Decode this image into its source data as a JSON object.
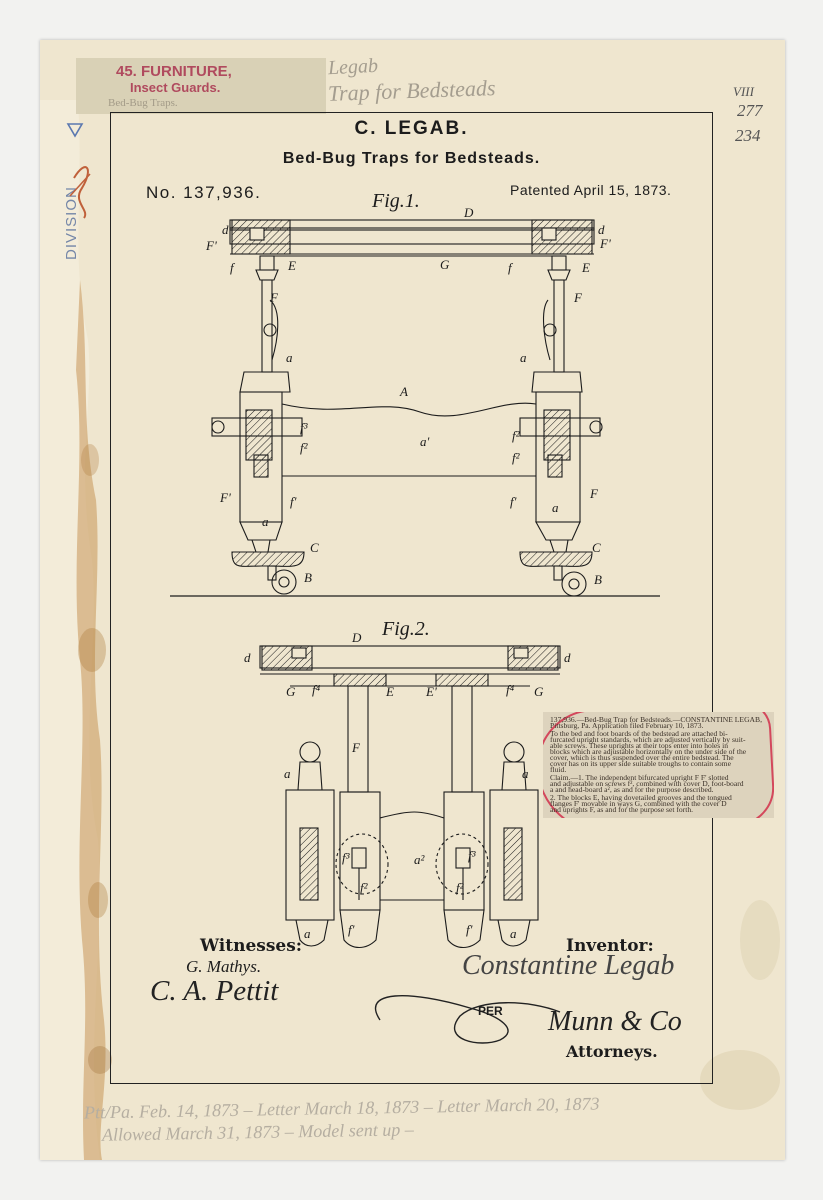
{
  "patent": {
    "inventor_heading": "C. LEGAB.",
    "title": "Bed-Bug Traps for Bedsteads.",
    "number": "No. 137,936.",
    "date": "Patented April 15, 1873."
  },
  "figures": {
    "fig1": "Fig.1.",
    "fig2": "Fig.2."
  },
  "stamp": {
    "category": "45. FURNITURE,",
    "subcategory": "Insect Guards.",
    "faint_line": "Bed-Bug Traps."
  },
  "pencil": {
    "name": "Legab",
    "title": "Trap for Bedsteads",
    "right_top": "VIII",
    "right_mid": "277",
    "right_bottom": "234",
    "division": "DIVISION"
  },
  "witnesses": {
    "label": "Witnesses:",
    "first": "G. Mathys.",
    "second": "C. A. Pettit"
  },
  "inventor": {
    "label": "Inventor:",
    "signature": "Constantine Legab"
  },
  "attorneys": {
    "per": "PER",
    "signature": "Munn & Co",
    "label": "Attorneys."
  },
  "clipping": {
    "lines": [
      "137,936.—Bed-Bug Trap for Bedsteads.—CONSTANTINE LEGAB,",
      "Pittsburg, Pa. Application filed February 10, 1873.",
      "To the bed and foot boards of the bedstead are attached bi-",
      "furcated upright standards, which are adjusted vertically by suit-",
      "able screws. These uprights at their tops enter into holes in",
      "blocks which are adjustable horizontally on the under side of the",
      "cover, which is thus suspended over the entire bedstead. The",
      "cover has on its upper side suitable troughs to contain some",
      "fluid.",
      "Claim.—1. The independent bifurcated upright F F' slotted",
      "and adjustable on screws f², combined with cover D, foot-board",
      "a and head-board a², as and for the purpose described.",
      "2. The blocks E, having dovetailed grooves and the tongued",
      "flanges F' movable in ways G, combined with the cover D",
      "and uprights F, as and for the purpose set forth."
    ]
  },
  "docket_notes": {
    "line1": "Ptt/Pa. Feb. 14, 1873 – Letter March 18, 1873 – Letter March 20, 1873",
    "line2": "Allowed March 31, 1873 – Model sent up –"
  },
  "labels": {
    "D": "D",
    "d": "d",
    "F1": "F'",
    "f": "f",
    "E": "E",
    "G": "G",
    "F": "F",
    "a": "a",
    "A": "A",
    "f3": "f³",
    "f2": "f²",
    "a1": "a'",
    "f1": "f'",
    "C": "C",
    "B": "B",
    "f4": "f⁴",
    "E1": "E'",
    "a2": "a²"
  },
  "colors": {
    "paper": "#efe6cf",
    "ink": "#1c1c1c",
    "stamp": "#b04a5e",
    "clip_oval": "#d4485c",
    "stain": "#b9884a"
  }
}
